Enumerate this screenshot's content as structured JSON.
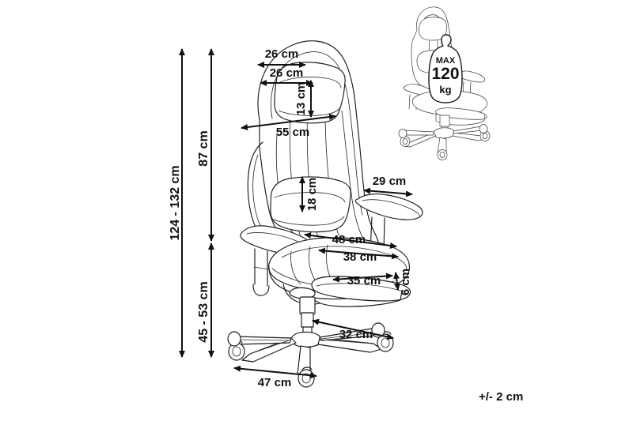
{
  "drawing": {
    "title": "Gaming chair dimension drawing",
    "background_color": "#ffffff",
    "line_color": "#1a1a1a",
    "text_color": "#111111"
  },
  "dimensions": {
    "total_height": "124 - 132 cm",
    "backrest_height": "87 cm",
    "seat_height": "45 - 53 cm",
    "headrest_width": "26 cm",
    "headrest_pillow_width": "26 cm",
    "headrest_pillow_height": "13 cm",
    "backrest_width": "55 cm",
    "lumbar_pillow_height": "18 cm",
    "armrest_length": "29 cm",
    "seat_depth_outer": "48 cm",
    "seat_depth_inner": "38 cm",
    "footrest_length": "35 cm",
    "footrest_thickness": "6 cm",
    "base_radius": "32 cm",
    "base_width": "47 cm"
  },
  "capacity_badge": {
    "max_label": "MAX",
    "value": "120",
    "unit": "kg",
    "icon": "weight-icon"
  },
  "tolerance": {
    "note": "+/- 2 cm"
  },
  "icons": {
    "main_chair": "gaming-chair-icon",
    "inset_chair": "gaming-chair-inset-icon"
  }
}
